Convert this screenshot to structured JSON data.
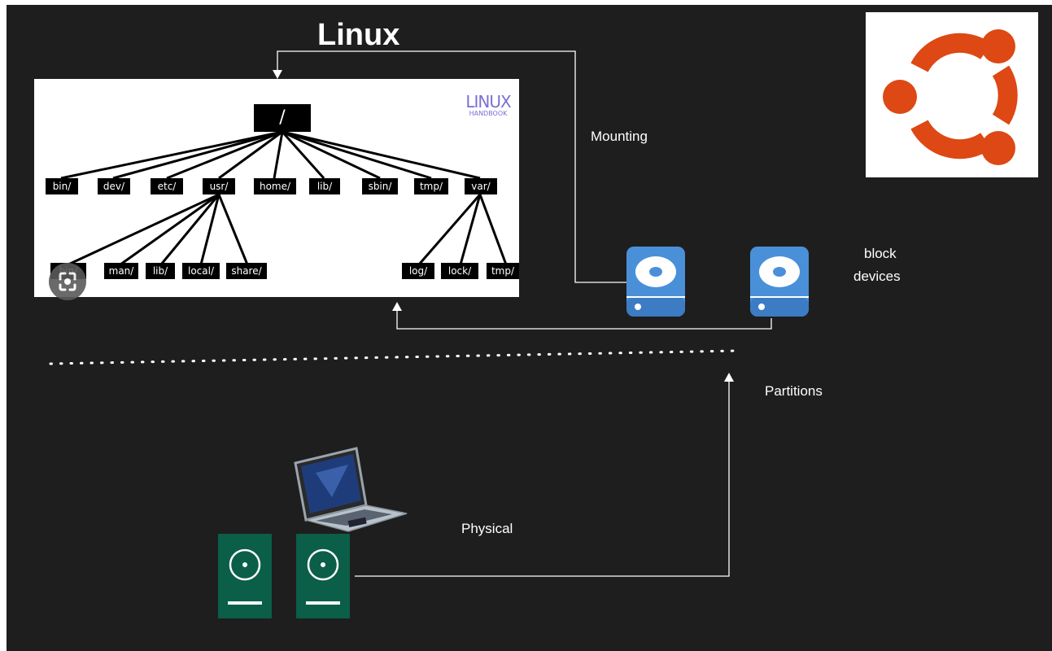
{
  "title": "Linux",
  "labels": {
    "mounting": "Mounting",
    "block_devices_line1": "block",
    "block_devices_line2": "devices",
    "partitions": "Partitions",
    "physical": "Physical"
  },
  "tree": {
    "root": "/",
    "top_level": [
      "bin/",
      "dev/",
      "etc/",
      "usr/",
      "home/",
      "lib/",
      "sbin/",
      "tmp/",
      "var/"
    ],
    "usr_children": [
      "bin/",
      "man/",
      "lib/",
      "local/",
      "share/"
    ],
    "var_children": [
      "log/",
      "lock/",
      "tmp/"
    ],
    "logo_line1": "LINUX",
    "logo_line2": "HANDBOOK"
  },
  "icons": {
    "lens": "google-lens-icon",
    "block_device": "hard-drive-icon",
    "physical_disk": "disk-icon",
    "laptop": "laptop-icon",
    "ubuntu": "ubuntu-logo"
  },
  "colors": {
    "background": "#1e1e1e",
    "connector": "#ffffff",
    "block_device": "#4a90d9",
    "physical_disk": "#0b5e47",
    "ubuntu": "#dd4814",
    "handbook": "#7b6fd6"
  }
}
